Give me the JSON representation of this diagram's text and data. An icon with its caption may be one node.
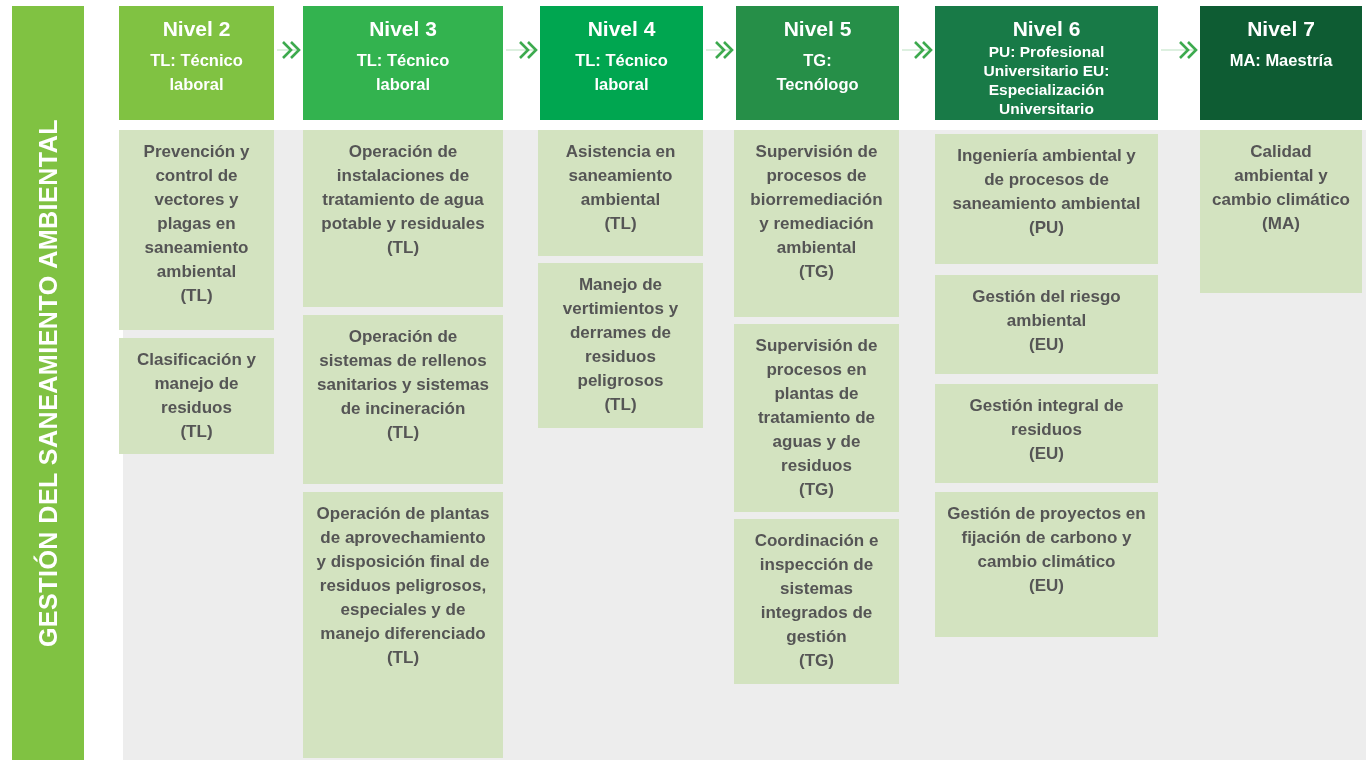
{
  "diagram": {
    "nodes": [
      {
        "text": [
          "GESTIÓN DEL SANEAMIENTO AMBIENTAL"
        ]
      },
      {
        "text": [
          "Nivel 2",
          "TL: Técnico laboral"
        ]
      },
      {
        "text": [
          "Nivel 3",
          "TL: Técnico laboral"
        ]
      },
      {
        "text": [
          "Nivel 4",
          "TL: Técnico laboral"
        ]
      },
      {
        "text": [
          "Nivel 5",
          "TG: Tecnólogo"
        ]
      },
      {
        "text": [
          "Nivel 6",
          "PU: Profesional Universitario EU: Especialización Universitario"
        ]
      },
      {
        "text": [
          "Nivel 7",
          "MA: Maestría"
        ]
      },
      {
        "text": [
          "Prevención y control de vectores y plagas en saneamiento ambiental",
          "(TL)"
        ]
      },
      {
        "text": [
          "Clasificación y manejo de residuos",
          "(TL)"
        ]
      },
      {
        "text": [
          "Operación de instalaciones de tratamiento de agua potable y residuales",
          "(TL)"
        ]
      },
      {
        "text": [
          "Operación de sistemas de rellenos sanitarios y sistemas de incineración",
          "(TL)"
        ]
      },
      {
        "text": [
          "Operación de plantas de aprovechamiento y disposición final de residuos peligrosos, especiales y de manejo diferenciado",
          "(TL)"
        ]
      },
      {
        "text": [
          "Asistencia en saneamiento ambiental",
          "(TL)"
        ]
      },
      {
        "text": [
          "Manejo de vertimientos y derrames de residuos peligrosos",
          "(TL)"
        ]
      },
      {
        "text": [
          "Supervisión de procesos de biorremediación y remediación ambiental",
          "(TG)"
        ]
      },
      {
        "text": [
          "Supervisión de procesos en plantas de tratamiento de aguas y de residuos",
          "(TG)"
        ]
      },
      {
        "text": [
          "Coordinación e inspección de sistemas integrados de gestión",
          "(TG)"
        ]
      },
      {
        "text": [
          "Ingeniería ambiental y de procesos de saneamiento ambiental",
          "(PU)"
        ]
      },
      {
        "text": [
          "Gestión del riesgo ambiental",
          "(EU)"
        ]
      },
      {
        "text": [
          "Gestión integral de residuos",
          "(EU)"
        ]
      },
      {
        "text": [
          "Gestión de proyectos en fijación de carbono y cambio climático",
          "(EU)"
        ]
      },
      {
        "text": [
          "Calidad ambiental y cambio climático",
          "(MA)"
        ]
      }
    ],
    "edges": [
      {
        "from": 1,
        "to": 2,
        "arrow": "to"
      },
      {
        "from": 2,
        "to": 3,
        "arrow": "to"
      },
      {
        "from": 3,
        "to": 4,
        "arrow": "to"
      },
      {
        "from": 4,
        "to": 5,
        "arrow": "to"
      },
      {
        "from": 5,
        "to": 6,
        "arrow": "to"
      }
    ]
  }
}
